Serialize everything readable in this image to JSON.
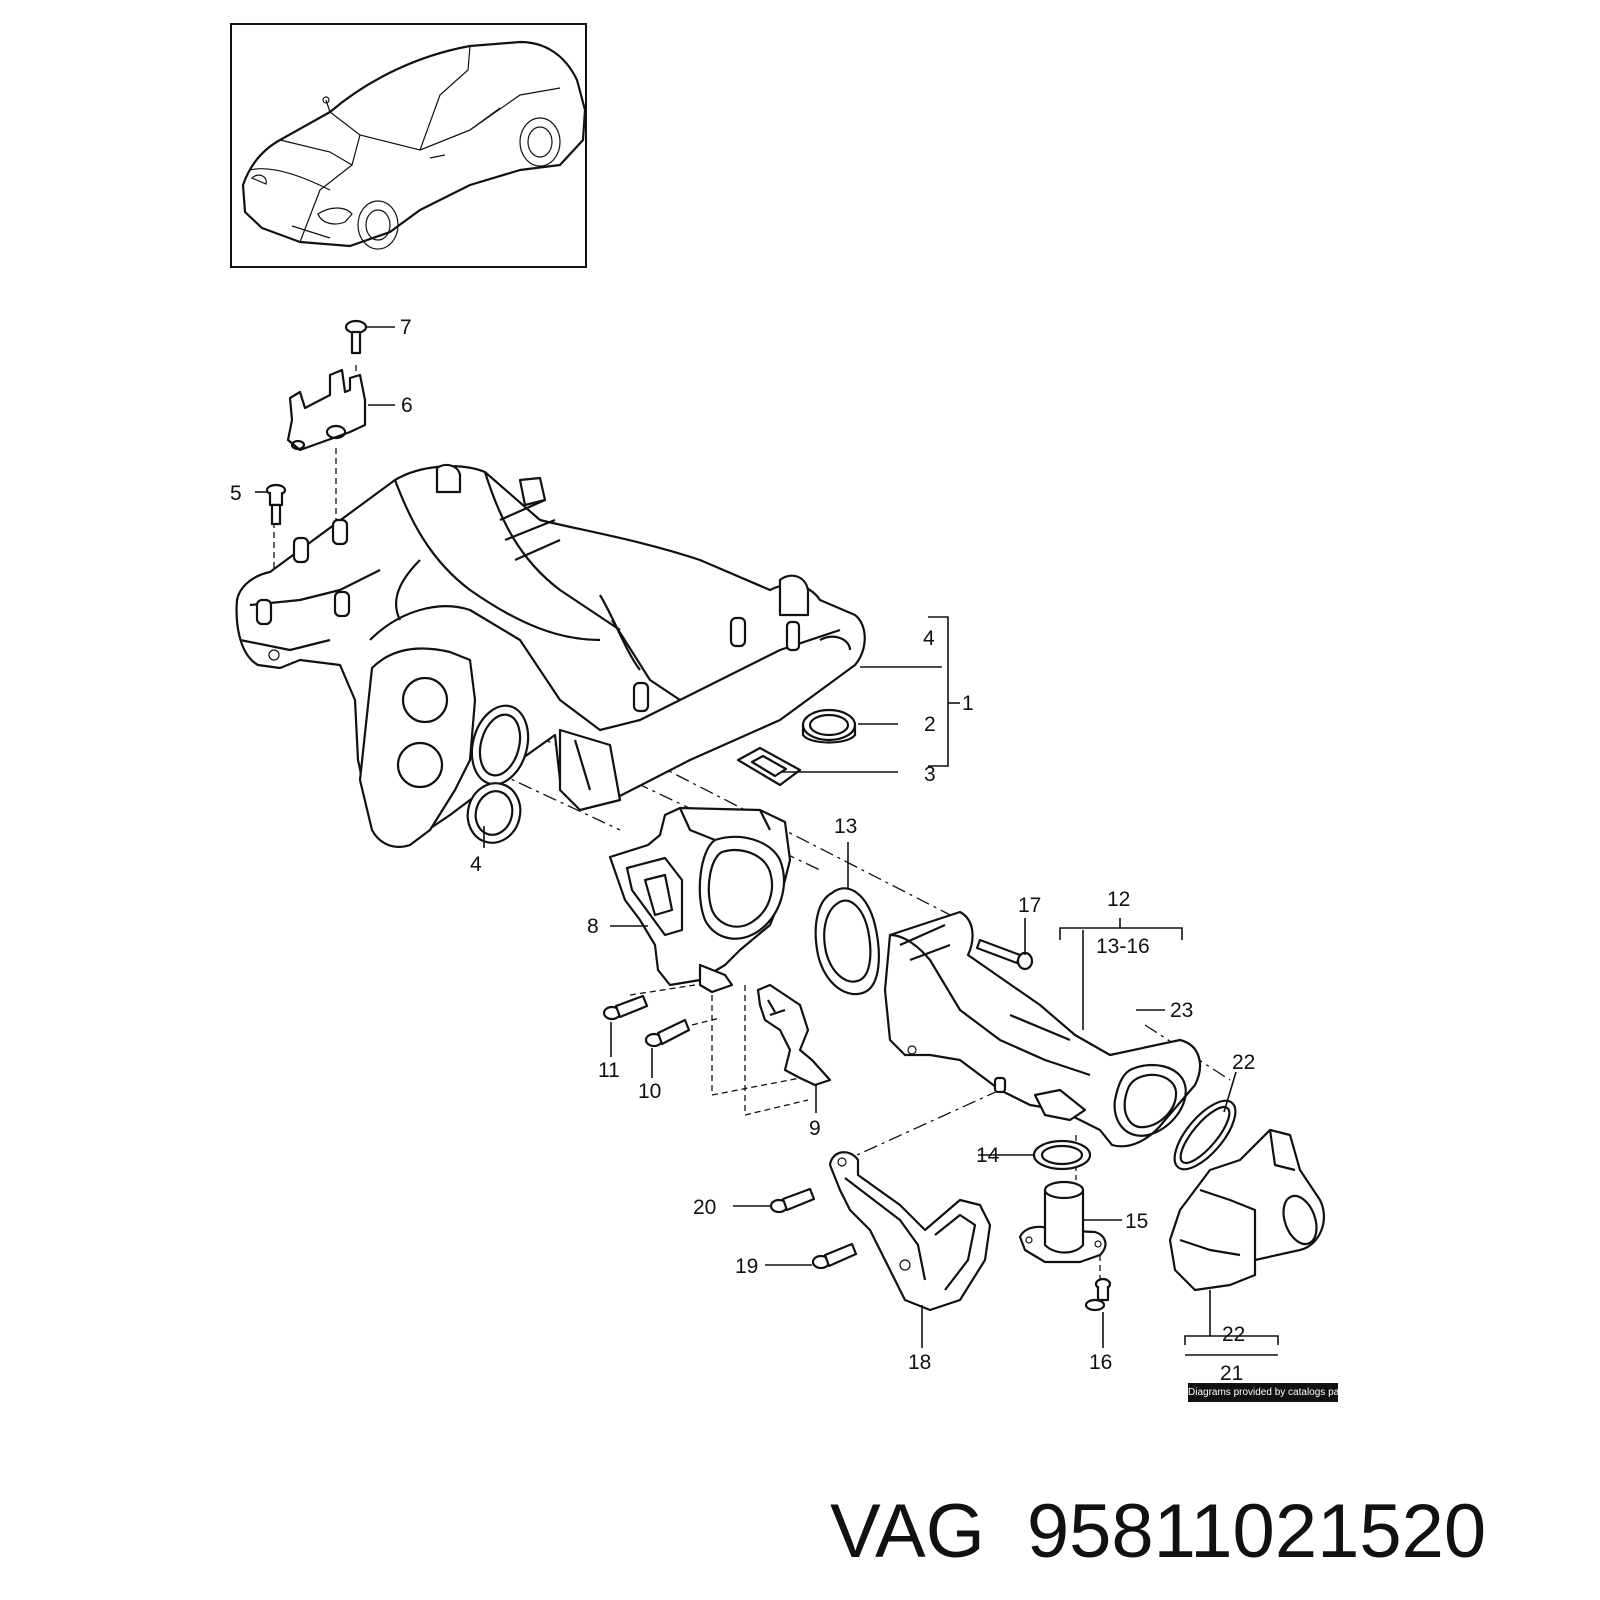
{
  "callouts": {
    "c1": "1",
    "c2": "2",
    "c3": "3",
    "c4a": "4",
    "c4b": "4",
    "c5": "5",
    "c6": "6",
    "c7": "7",
    "c8": "8",
    "c9": "9",
    "c10": "10",
    "c11": "11",
    "c12": "12",
    "c12_range": "13-16",
    "c13": "13",
    "c14": "14",
    "c15": "15",
    "c16": "16",
    "c17": "17",
    "c18": "18",
    "c19": "19",
    "c20": "20",
    "c21": "21",
    "c21_sub": "22",
    "c22": "22",
    "c23": "23"
  },
  "watermark": "Diagrams provided by catalogs parts",
  "footer": {
    "brand": "VAG",
    "part_number": "95811021520"
  }
}
